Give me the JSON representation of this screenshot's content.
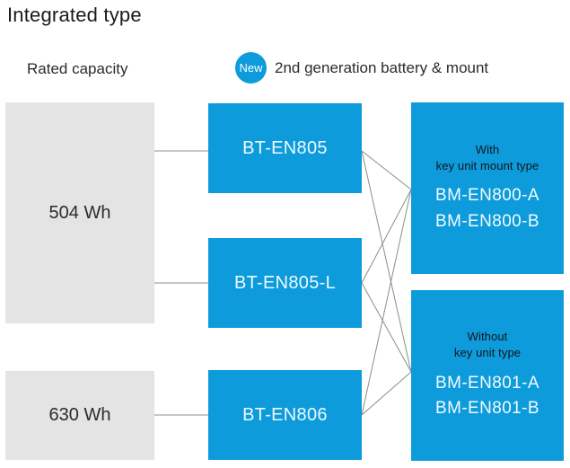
{
  "title": "Integrated type",
  "header": {
    "rated_capacity_label": "Rated capacity",
    "new_badge": "New",
    "generation_label": "2nd generation battery & mount"
  },
  "colors": {
    "accent_blue": "#0D9BDB",
    "box_gray": "#E4E4E4",
    "connector_gray": "#8C8C8C",
    "dark_text": "#13141C",
    "light_text": "#F2FBFF"
  },
  "capacities": [
    {
      "label": "504 Wh"
    },
    {
      "label": "630 Wh"
    }
  ],
  "batteries": [
    {
      "model": "BT-EN805"
    },
    {
      "model": "BT-EN805-L"
    },
    {
      "model": "BT-EN806"
    }
  ],
  "mounts": [
    {
      "type_line1": "With",
      "type_line2": "key unit mount type",
      "models": [
        "BM-EN800-A",
        "BM-EN800-B"
      ]
    },
    {
      "type_line1": "Without",
      "type_line2": "key unit type",
      "models": [
        "BM-EN801-A",
        "BM-EN801-B"
      ]
    }
  ]
}
